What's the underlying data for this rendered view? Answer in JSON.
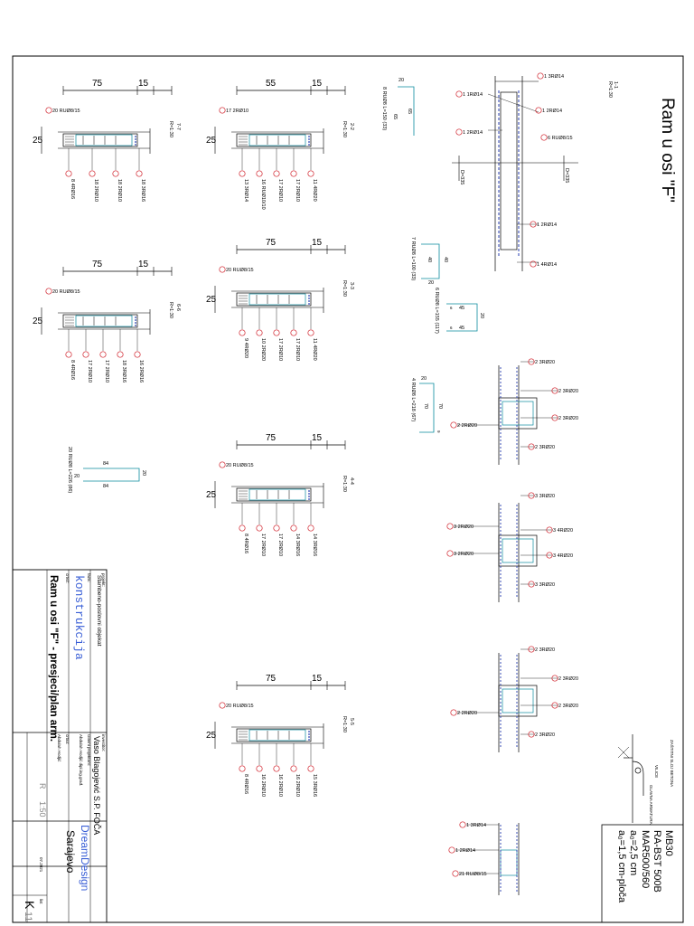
{
  "title": "Ram u osi \"F\"",
  "right_specs": {
    "concrete": "MB30",
    "rebar": "RA-BST 500B",
    "mesh": "MAR500/560",
    "cover_beam": "a₀=2,5 cm",
    "cover_slab": "a₀=1,5 cm-ploča"
  },
  "protection": {
    "label_1": "ZAŠTITNI SLOJ BETONA",
    "label_2": "VILICE",
    "label_3": "GLAVNA ARMATURA"
  },
  "title_block": {
    "project_label": "projekt:",
    "project_value": "Stambeno-poslovni objekat",
    "client_label": "investitor:",
    "client_value": "Vaso Blagojević S.P. FOČA",
    "phase_label": "faza:",
    "phase_value": "konstrukcija",
    "drawing_label": "crtež:",
    "drawing_value": "Ram u osi \"F\" - presjeci/plan arm.",
    "designer_label": "Glavni projektant:",
    "designer_value": "Abdulah Hodjić dipl.ing.građ.",
    "drew_label": "crtao:",
    "drew_value": "Abdulah Hodjić",
    "scale_label": "R",
    "scale_value": "1:50",
    "sheet_label": "list",
    "sheet_value": "K",
    "sheet_no": "11",
    "company": "DreamDesign",
    "city": "Sarajevo",
    "date": "07.2021"
  },
  "cross_sections": [
    {
      "name": "7-7",
      "scale": "R=1:30",
      "w1": "75",
      "w2": "15",
      "h": "25",
      "stirrup": "20 RUØ8/15",
      "bars": [
        "8 4RØ16",
        "18 2RØ10",
        "18 2RØ10",
        "18 3RØ16"
      ]
    },
    {
      "name": "2-2",
      "scale": "R=1:30",
      "w1": "55",
      "w2": "15",
      "h": "25",
      "stirrup": "17 2RØ10",
      "bars": [
        "13 3RØ14",
        "16 RUØ10/10",
        "17 2RØ10",
        "17 2RØ10",
        "11 4RØ20"
      ]
    },
    {
      "name": "6-6",
      "scale": "R=1:30",
      "w1": "75",
      "w2": "15",
      "h": "25",
      "stirrup": "20 RUØ8/15",
      "bars": [
        "8 4RØ16",
        "17 2RØ10",
        "17 2RØ10",
        "18 3RØ16",
        "16 2RØ16"
      ]
    },
    {
      "name": "3-3",
      "scale": "R=1:30",
      "w1": "75",
      "w2": "15",
      "h": "25",
      "stirrup": "20 RUØ8/15",
      "bars": [
        "9 4RØ20",
        "10 2RØ20",
        "17 2RØ10",
        "17 2RØ10",
        "11 4RØ20"
      ]
    },
    {
      "name": "4-4",
      "scale": "R=1:30",
      "w1": "75",
      "w2": "15",
      "h": "25",
      "stirrup": "20 RUØ8/15",
      "bars": [
        "8 4RØ16",
        "17 2RØ10",
        "17 2RØ10",
        "14 3RØ16",
        "14 3RØ16"
      ]
    },
    {
      "name": "5-5",
      "scale": "R=1:30",
      "w1": "75",
      "w2": "15",
      "h": "25",
      "stirrup": "20 RUØ8/15",
      "bars": [
        "8 4RØ16",
        "16 2RØ10",
        "16 2RØ10",
        "16 2RØ10",
        "15 3RØ16"
      ]
    }
  ],
  "stirrup_shapes": [
    {
      "label": "8 RUØ8 L=150 (33)",
      "d1": "20",
      "d2": "65",
      "d3": "65"
    },
    {
      "label": "7 RUØ8 L=100 (33)",
      "d1": "40",
      "d2": "40",
      "d3": "20"
    },
    {
      "label": "6 RUØ8 L=155 (117)",
      "d1": "6",
      "d2": "45",
      "d3": "20",
      "d4": "6",
      "d5": "45"
    },
    {
      "label": "4 RUØ8 L=218 (67)",
      "d1": "20",
      "d2": "70",
      "d3": "70",
      "d4": "9"
    },
    {
      "label": "20 RUØ8 L=226 (86)",
      "d1": "84",
      "d2": "20",
      "d3": "84",
      "d4": "20"
    }
  ],
  "column_1_1": {
    "name": "1-1",
    "scale": "R=1:30",
    "labels": [
      "1 3RØ14",
      "1 1RØ14",
      "1 2RØ14",
      "1 2RØ14",
      "6 RUØ8/15",
      "1 2RØ14",
      "1 4RØ14"
    ],
    "dim": "D=335"
  },
  "joints": [
    {
      "labels": [
        "2 3RØ20",
        "2 3RØ20",
        "2 3RØ20",
        "2 2RØ20",
        "2 3RØ20"
      ]
    },
    {
      "labels": [
        "3 3RØ20",
        "3 2RØ20",
        "3 4RØ20",
        "3 2RØ20",
        "3 4RØ20",
        "3 3RØ20"
      ]
    },
    {
      "labels": [
        "2 3RØ20",
        "2 3RØ20",
        "2 3RØ20",
        "2 2RØ20",
        "2 3RØ20"
      ]
    },
    {
      "labels": [
        "1 3RØ14",
        "1 2RØ14",
        "21 RUØ8/15"
      ]
    }
  ],
  "colors": {
    "ink": "#000000",
    "rebar": "#0a8a9e",
    "mark": "#d0202a",
    "stirrup": "#2a3fb0",
    "brand": "#3a5fd6"
  }
}
